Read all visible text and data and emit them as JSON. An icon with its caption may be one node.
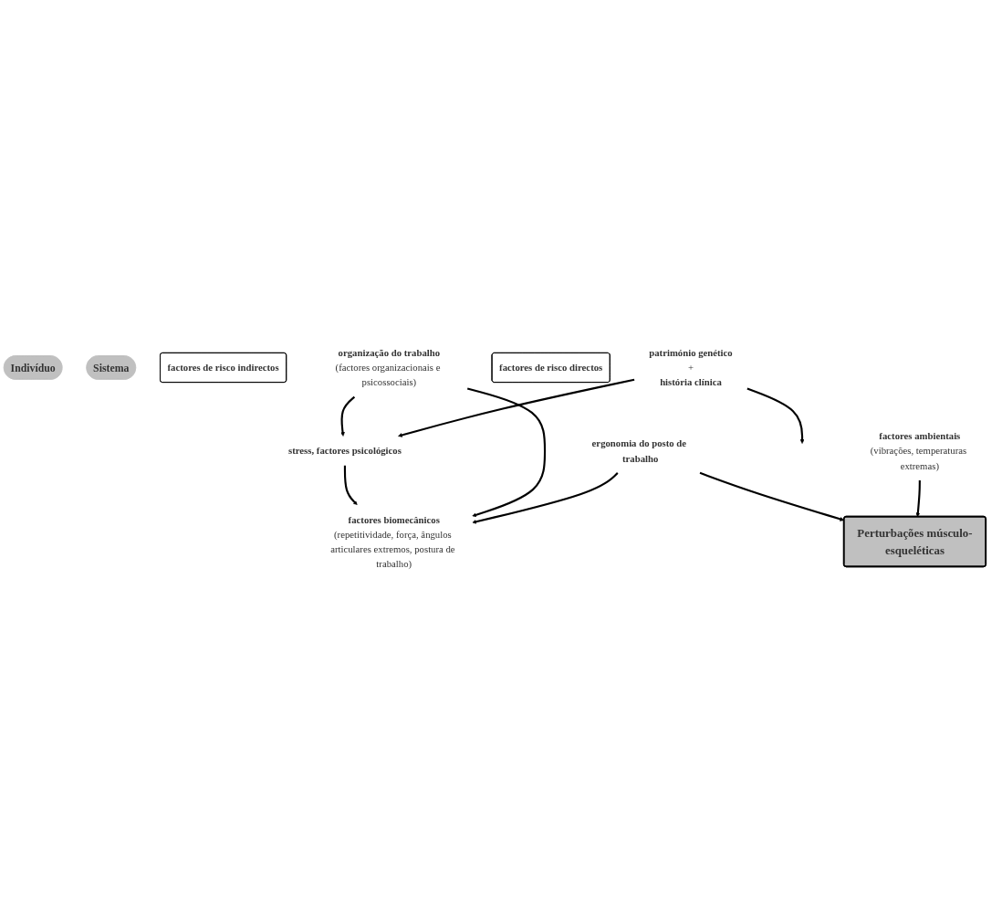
{
  "diagram": {
    "nodes": [
      {
        "text": [
          "Indivíduo"
        ]
      },
      {
        "text": [
          "Sistema"
        ]
      },
      {
        "text": [
          "factores de risco indirectos"
        ]
      },
      {
        "text": [
          "stress, factores psicológicos"
        ]
      },
      {
        "text": [
          "organização do trabalho",
          "(factores organizacionais e psicossociais)"
        ]
      },
      {
        "text": [
          "factores de risco directos"
        ]
      },
      {
        "text": [
          "factores biomecânicos",
          "(repetitividade, força, ângulos articulares extremos, postura de trabalho)"
        ]
      },
      {
        "text": [
          "património genético",
          "+",
          "história clínica"
        ]
      },
      {
        "text": [
          "factores ambientais",
          "(vibrações, temperaturas extremas)"
        ]
      },
      {
        "text": [
          "ergonomia do posto de trabalho"
        ]
      },
      {
        "text": [
          "Perturbações músculo-esqueléticas"
        ]
      }
    ],
    "edges": [
      {
        "from": 4,
        "to": 3,
        "arrow": "to"
      },
      {
        "from": 3,
        "to": 6,
        "arrow": "to"
      },
      {
        "from": 4,
        "to": 6,
        "arrow": "to"
      },
      {
        "from": 7,
        "to": 3,
        "arrow": "to"
      },
      {
        "from": 7,
        "to": null,
        "arrow": "to"
      },
      {
        "from": 9,
        "to": 6,
        "arrow": "to"
      },
      {
        "from": 9,
        "to": 10,
        "arrow": "to"
      },
      {
        "from": 8,
        "to": 10,
        "arrow": "to"
      }
    ]
  }
}
